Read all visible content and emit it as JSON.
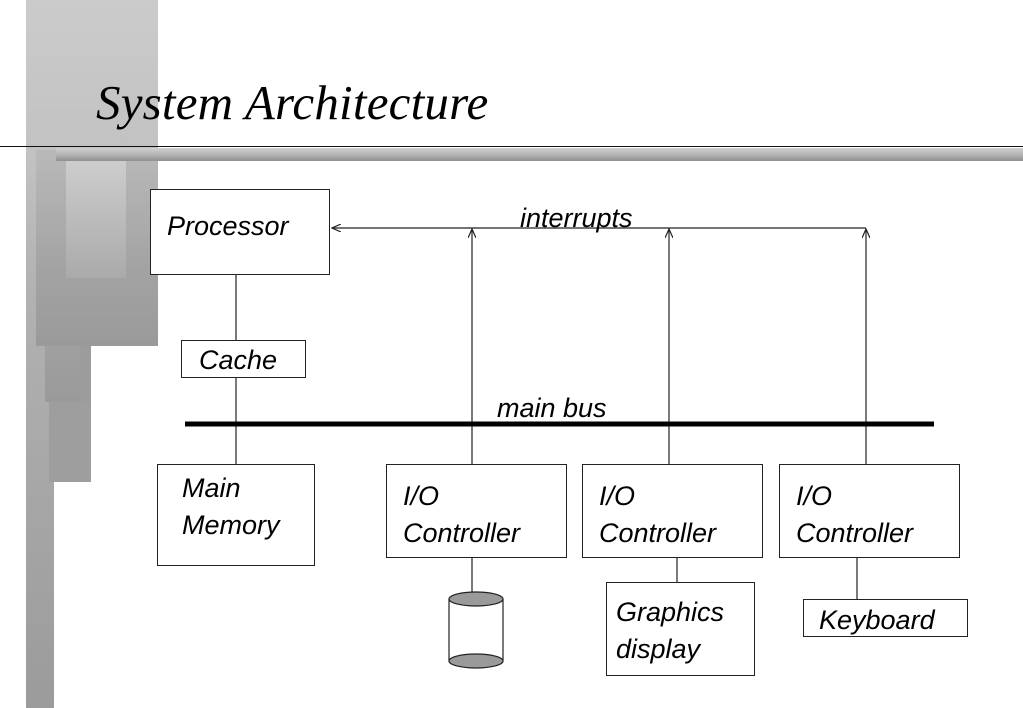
{
  "slide": {
    "title": "System Architecture"
  },
  "diagram": {
    "interrupts_label": "interrupts",
    "bus_label": "main bus",
    "components": {
      "processor": "Processor",
      "cache": "Cache",
      "main_memory": [
        "Main",
        "Memory"
      ],
      "io_controllers": [
        {
          "line1": "I/O",
          "line2": "Controller",
          "device": "disk"
        },
        {
          "line1": "I/O",
          "line2": "Controller",
          "device": "graphics-display"
        },
        {
          "line1": "I/O",
          "line2": "Controller",
          "device": "keyboard"
        }
      ],
      "graphics_display": [
        "Graphics",
        "display"
      ],
      "keyboard": "Keyboard"
    },
    "colors": {
      "line": "#222222",
      "bus": "#000000",
      "disk_cap": "#9a9a9a",
      "background": "#ffffff"
    }
  }
}
